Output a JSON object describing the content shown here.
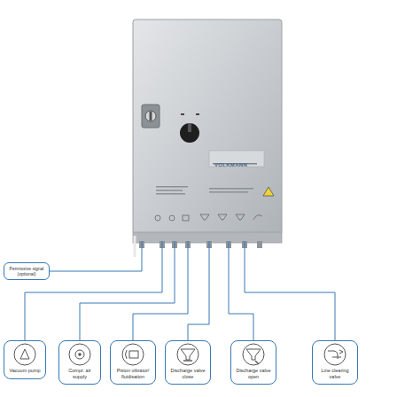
{
  "diagram": {
    "nodes": [
      {
        "text": [
          "VOLKMANN"
        ]
      },
      {
        "text": [
          "Permissive signal (optional)"
        ]
      },
      {
        "text": [
          "Vacuum pump"
        ]
      },
      {
        "text": [
          "Compr. air supply"
        ]
      },
      {
        "text": [
          "Piston vibrator/ fluidisation"
        ]
      },
      {
        "text": [
          "Discharge valve close"
        ]
      },
      {
        "text": [
          "Discharge valve open"
        ]
      },
      {
        "text": [
          "Line clearing valve"
        ]
      }
    ],
    "edges": [
      {
        "from": 0,
        "to": 1,
        "arrow": "none"
      },
      {
        "from": 0,
        "to": 2,
        "arrow": "none"
      },
      {
        "from": 0,
        "to": 3,
        "arrow": "none"
      },
      {
        "from": 0,
        "to": 4,
        "arrow": "none"
      },
      {
        "from": 0,
        "to": 5,
        "arrow": "none"
      },
      {
        "from": 0,
        "to": 6,
        "arrow": "none"
      },
      {
        "from": 0,
        "to": 7,
        "arrow": "none"
      }
    ]
  }
}
